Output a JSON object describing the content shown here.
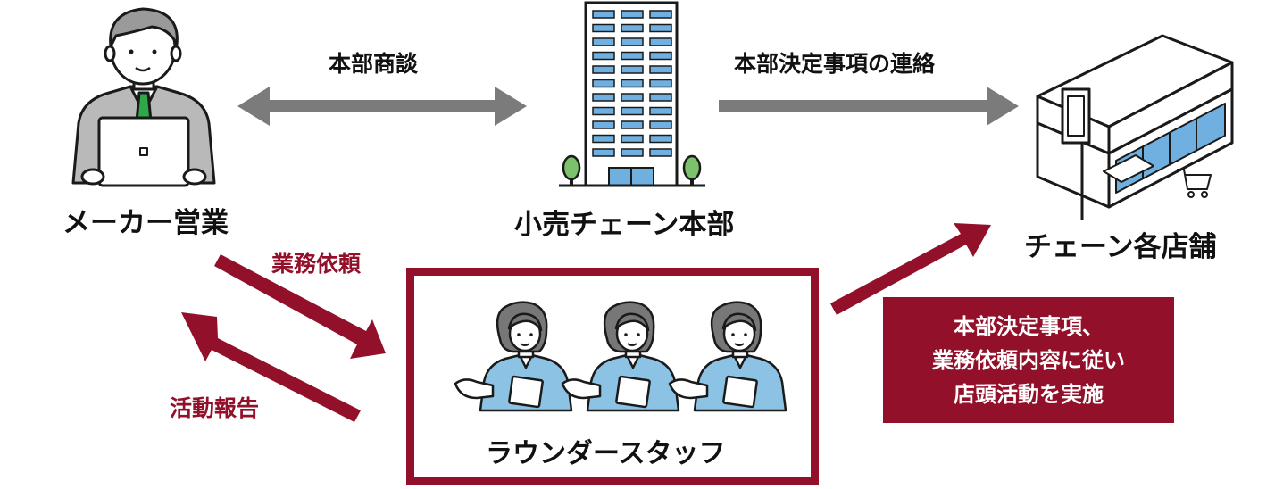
{
  "nodes": {
    "maker_sales": "メーカー営業",
    "retail_hq": "小売チェーン本部",
    "chain_stores": "チェーン各店舗",
    "rounder_staff": "ラウンダースタッフ"
  },
  "edges": {
    "hq_meeting": "本部商談",
    "hq_decision_contact": "本部決定事項の連絡",
    "work_request": "業務依頼",
    "activity_report": "活動報告"
  },
  "note": {
    "lines": [
      "本部決定事項、",
      "業務依頼内容に従い",
      "店頭活動を実施"
    ]
  },
  "colors": {
    "accent": "#93102a",
    "gray_arrow": "#7b7b7b",
    "staff_blue": "#8cc2e4",
    "building_blue": "#6fb0e0"
  }
}
